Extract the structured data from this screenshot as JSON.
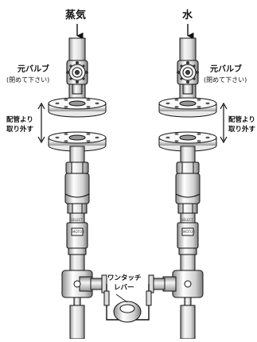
{
  "labels": {
    "steam": "蒸気",
    "water": "水",
    "main_valve_left": "元バルブ",
    "main_valve_left_note": "(閉めて下さい)",
    "main_valve_right": "元バルブ",
    "main_valve_right_note": "(閉めて下さい)",
    "remove_left_line1": "配管より",
    "remove_left_line2": "取り外す",
    "remove_right_line1": "配管より",
    "remove_right_line2": "取り外す",
    "lever_line1": "ワンタッチ",
    "lever_line2": "レバー",
    "plate_left": "MOTOR",
    "plate_right": "MOTOR",
    "tag_left": "SELECT",
    "tag_right": "SELECT"
  },
  "colors": {
    "line": "#111111",
    "metal_light": "#f4f4f4",
    "metal_mid": "#d9d9d9",
    "metal_dark": "#8c8c8c"
  }
}
